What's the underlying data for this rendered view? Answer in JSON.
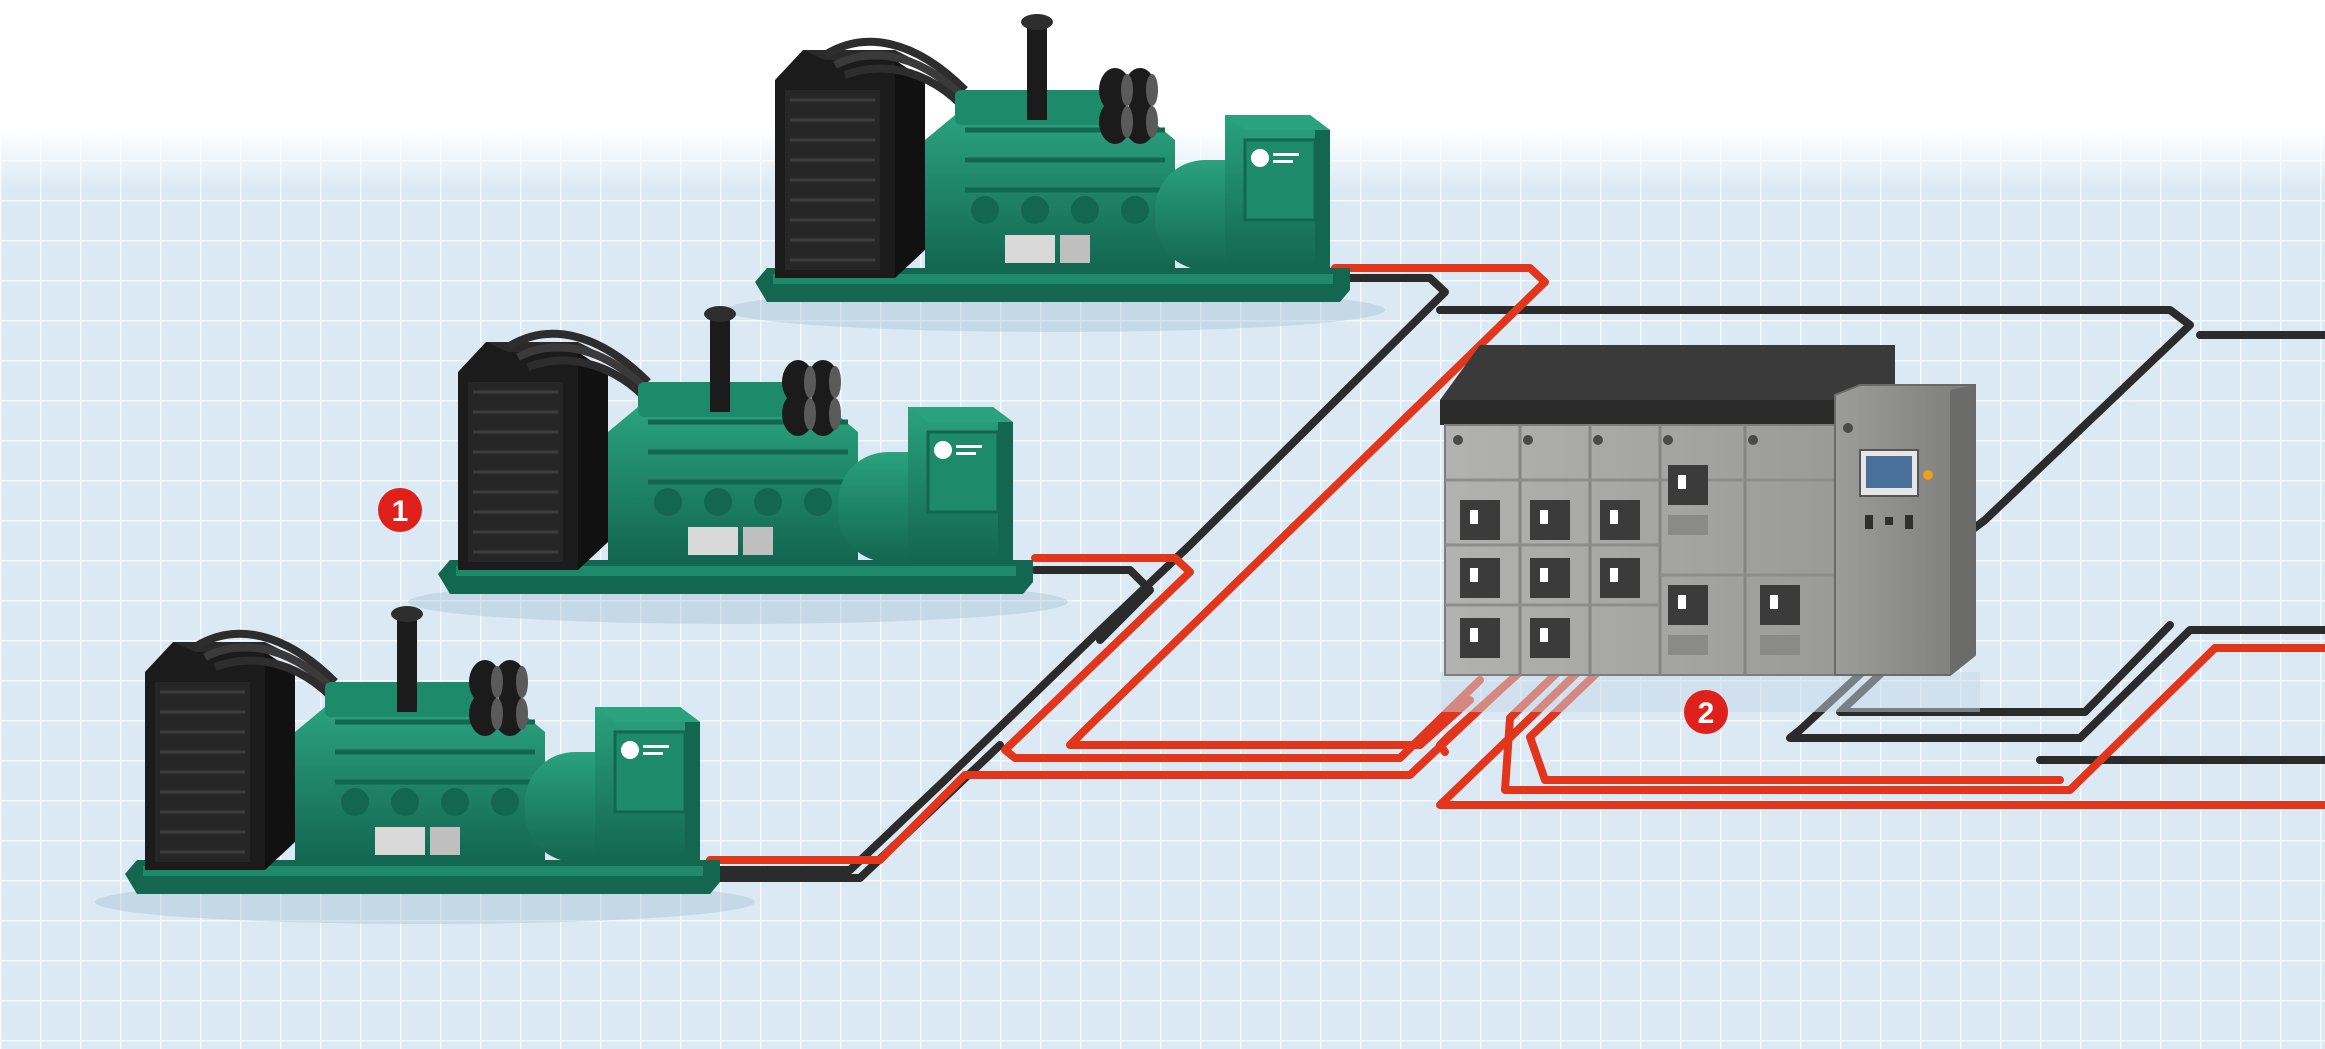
{
  "diagram": {
    "colors": {
      "background_top": "#ffffff",
      "grid_floor": "#dbe9f4",
      "grid_line": "#f4f9fd",
      "generator_green": "#1d8a6a",
      "generator_dark_green": "#136650",
      "radiator_black": "#1b1b1b",
      "cable_red": "#e2361c",
      "cable_black": "#2b2b2b",
      "switchgear_gray": "#a6a6a4",
      "switchgear_roof": "#3a3a3a",
      "control_cabinet": "#8f8f8d",
      "callout_red": "#e0201b"
    },
    "icons": {
      "generator": "generator-set-icon",
      "switchgear": "paralleling-switchgear-icon",
      "breaker": "circuit-breaker-icon",
      "hmi": "touchscreen-display-icon",
      "logo": "cummins-logo-icon"
    },
    "callouts": [
      {
        "label": "1"
      },
      {
        "label": "2"
      }
    ],
    "generators": [
      {
        "id": "generator-top"
      },
      {
        "id": "generator-middle"
      },
      {
        "id": "generator-bottom"
      }
    ]
  }
}
